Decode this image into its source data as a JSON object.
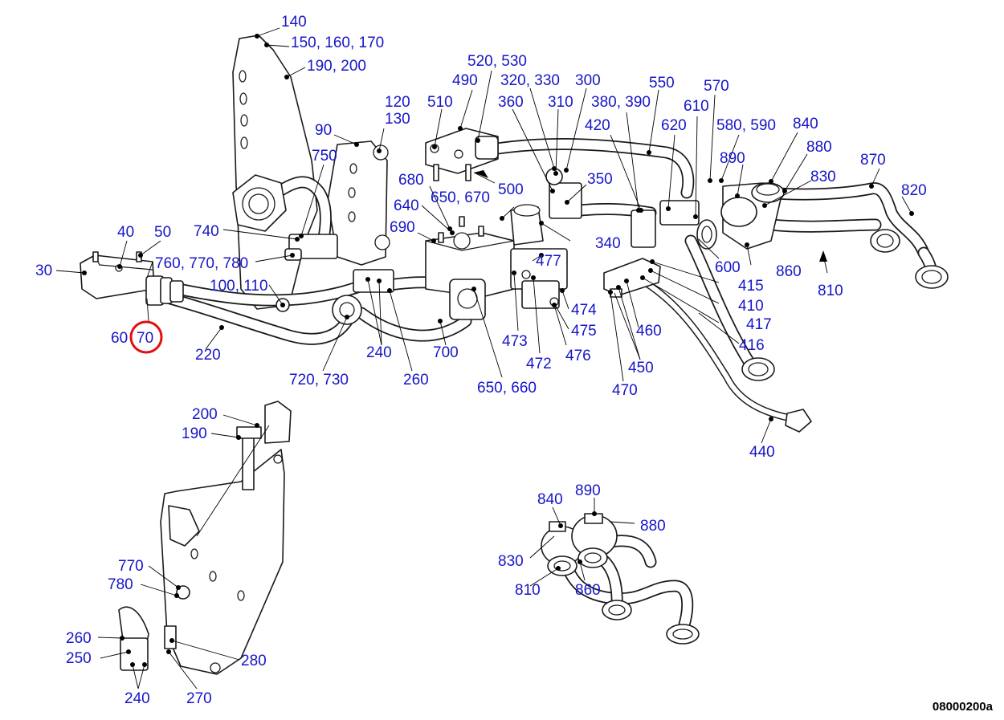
{
  "diagram": {
    "reference_code": "08000200a",
    "accent_color": "#1616c8",
    "highlight_color": "#e01010",
    "highlighted_label": "70",
    "callouts": [
      {
        "text": "140"
      },
      {
        "text": "150, 160, 170"
      },
      {
        "text": "190, 200"
      },
      {
        "text": "520, 530"
      },
      {
        "text": "490"
      },
      {
        "text": "320, 330"
      },
      {
        "text": "300"
      },
      {
        "text": "550"
      },
      {
        "text": "570"
      },
      {
        "text": "120"
      },
      {
        "text": "130"
      },
      {
        "text": "510"
      },
      {
        "text": "360"
      },
      {
        "text": "310"
      },
      {
        "text": "380, 390"
      },
      {
        "text": "610"
      },
      {
        "text": "90"
      },
      {
        "text": "420"
      },
      {
        "text": "620"
      },
      {
        "text": "580, 590"
      },
      {
        "text": "840"
      },
      {
        "text": "880"
      },
      {
        "text": "750"
      },
      {
        "text": "890"
      },
      {
        "text": "870"
      },
      {
        "text": "830"
      },
      {
        "text": "820"
      },
      {
        "text": "350"
      },
      {
        "text": "680"
      },
      {
        "text": "500"
      },
      {
        "text": "650, 670"
      },
      {
        "text": "640"
      },
      {
        "text": "40"
      },
      {
        "text": "50"
      },
      {
        "text": "740"
      },
      {
        "text": "690"
      },
      {
        "text": "340"
      },
      {
        "text": "600"
      },
      {
        "text": "860"
      },
      {
        "text": "30"
      },
      {
        "text": "760, 770, 780"
      },
      {
        "text": "477"
      },
      {
        "text": "415"
      },
      {
        "text": "810"
      },
      {
        "text": "100, 110"
      },
      {
        "text": "410"
      },
      {
        "text": "474"
      },
      {
        "text": "417"
      },
      {
        "text": "60"
      },
      {
        "text": "70"
      },
      {
        "text": "475"
      },
      {
        "text": "460"
      },
      {
        "text": "473"
      },
      {
        "text": "416"
      },
      {
        "text": "220"
      },
      {
        "text": "240"
      },
      {
        "text": "700"
      },
      {
        "text": "476"
      },
      {
        "text": "472"
      },
      {
        "text": "450"
      },
      {
        "text": "720, 730"
      },
      {
        "text": "260"
      },
      {
        "text": "650, 660"
      },
      {
        "text": "470"
      },
      {
        "text": "440"
      },
      {
        "text": "200"
      },
      {
        "text": "190"
      },
      {
        "text": "890"
      },
      {
        "text": "840"
      },
      {
        "text": "880"
      },
      {
        "text": "830"
      },
      {
        "text": "810"
      },
      {
        "text": "860"
      },
      {
        "text": "770"
      },
      {
        "text": "780"
      },
      {
        "text": "260"
      },
      {
        "text": "250"
      },
      {
        "text": "280"
      },
      {
        "text": "240"
      },
      {
        "text": "270"
      }
    ]
  }
}
